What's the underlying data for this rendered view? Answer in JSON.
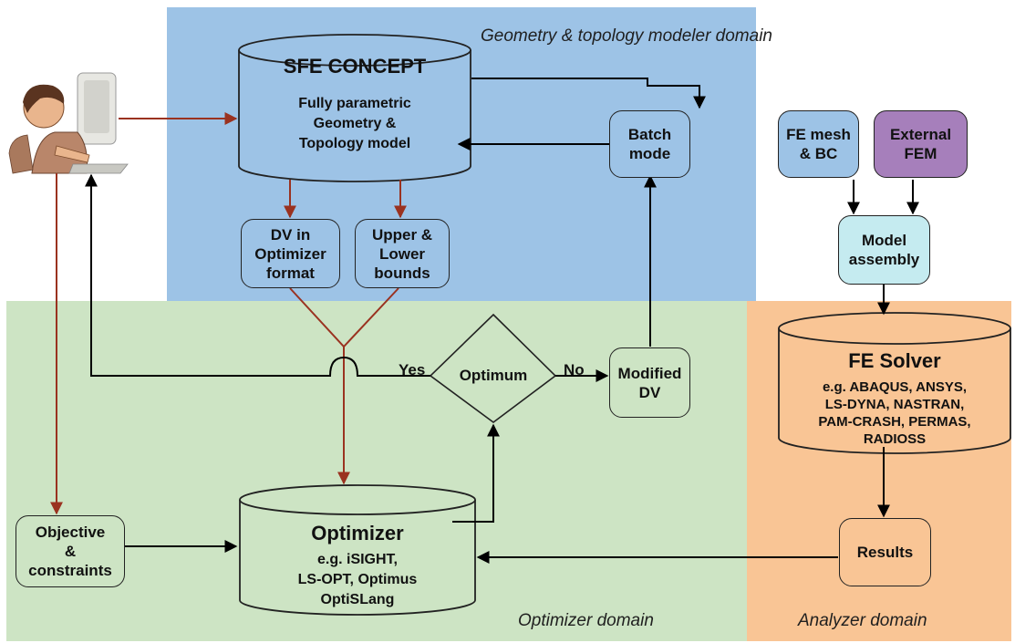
{
  "regions": {
    "geometry_domain": "Geometry & topology modeler domain",
    "optimizer_domain": "Optimizer domain",
    "analyzer_domain": "Analyzer domain"
  },
  "nodes": {
    "sfe_concept": {
      "title": "SFE CONCEPT",
      "body": "Fully parametric\nGeometry &\nTopology model"
    },
    "dv_optimizer_format": "DV in\nOptimizer\nformat",
    "bounds": "Upper &\nLower\nbounds",
    "batch_mode": "Batch\nmode",
    "fe_mesh_bc": "FE mesh\n& BC",
    "external_fem": "External\nFEM",
    "model_assembly": "Model\nassembly",
    "fe_solver": {
      "title": "FE Solver",
      "body": "e.g. ABAQUS, ANSYS,\nLS-DYNA, NASTRAN,\nPAM-CRASH, PERMAS,\nRADIOSS"
    },
    "optimum": "Optimum",
    "modified_dv": "Modified\nDV",
    "optimizer": {
      "title": "Optimizer",
      "body": "e.g. iSIGHT,\nLS-OPT, Optimus\nOptiSLang"
    },
    "objective_constraints": "Objective\n&\nconstraints",
    "results": "Results"
  },
  "edge_labels": {
    "yes": "Yes",
    "no": "No"
  },
  "colors": {
    "geometry_bg": "#9dc3e6",
    "optimizer_bg": "#cde4c4",
    "analyzer_bg": "#f9c595",
    "external_fem": "#a67fbb",
    "model_assembly": "#c5ebf0",
    "brown_arrow": "#9a3220",
    "black_arrow": "#000000"
  }
}
